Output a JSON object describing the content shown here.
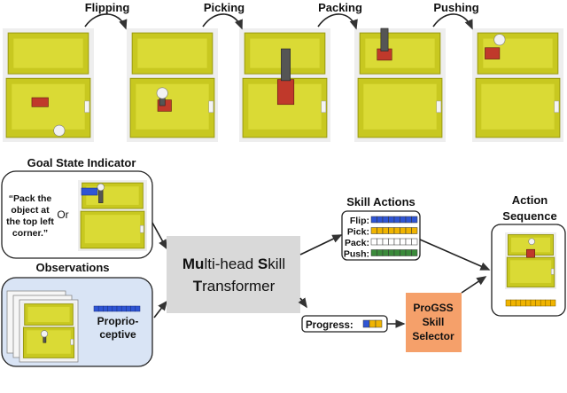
{
  "stages": [
    {
      "label": "Flipping"
    },
    {
      "label": "Picking"
    },
    {
      "label": "Packing"
    },
    {
      "label": "Pushing"
    }
  ],
  "goal": {
    "title": "Goal State Indicator",
    "quote_lines": [
      "“Pack the",
      "object at",
      "the top left",
      "corner.”"
    ],
    "or_label": "Or"
  },
  "observations": {
    "title": "Observations",
    "proprio_lines": [
      "Proprio-",
      "ceptive"
    ]
  },
  "transformer": {
    "line1": {
      "b1": "Mu",
      "r1": "lti-head ",
      "b2": "S",
      "r2": "kill"
    },
    "line2": {
      "b1": "T",
      "r1": "ransformer"
    }
  },
  "skill_actions": {
    "title": "Skill Actions",
    "rows": [
      {
        "label": "Flip:",
        "color": "#2f55d4"
      },
      {
        "label": "Pick:",
        "color": "#f0b400"
      },
      {
        "label": "Pack:",
        "color": "#ffffff"
      },
      {
        "label": "Push:",
        "color": "#3a8a3a"
      }
    ]
  },
  "progress": {
    "label": "Progress:"
  },
  "selector": {
    "lines": [
      "ProGSS",
      "Skill",
      "Selector"
    ],
    "color": "#f5a06a"
  },
  "action_sequence": {
    "title_lines": [
      "Action",
      "Sequence"
    ],
    "color": "#f0b400"
  },
  "colors": {
    "tray": "#c8c820",
    "tray_dark": "#9a9a10",
    "goal_bg": "#ffffff",
    "obs_bg": "#d9e4f5",
    "transformer_bg": "#d9d9d9"
  }
}
